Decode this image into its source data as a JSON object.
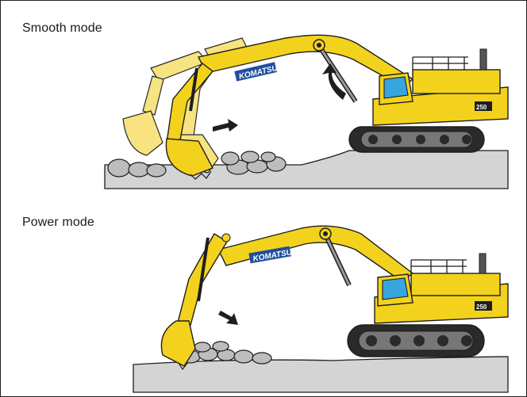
{
  "panels": [
    {
      "label": "Smooth mode",
      "brand": "KOMATSU",
      "model_number": "250"
    },
    {
      "label": "Power mode",
      "brand": "KOMATSU",
      "model_number": "250"
    }
  ],
  "colors": {
    "machine_yellow": "#f3d21d",
    "outline": "#1e1e1e",
    "ground": "#d4d4d4",
    "rock": "#b9b9b9",
    "cab_glass": "#37a5de",
    "logo_blue": "#1f4fa0"
  },
  "icons": [
    "motion-arrow-icon",
    "rotation-arrow-icon"
  ]
}
